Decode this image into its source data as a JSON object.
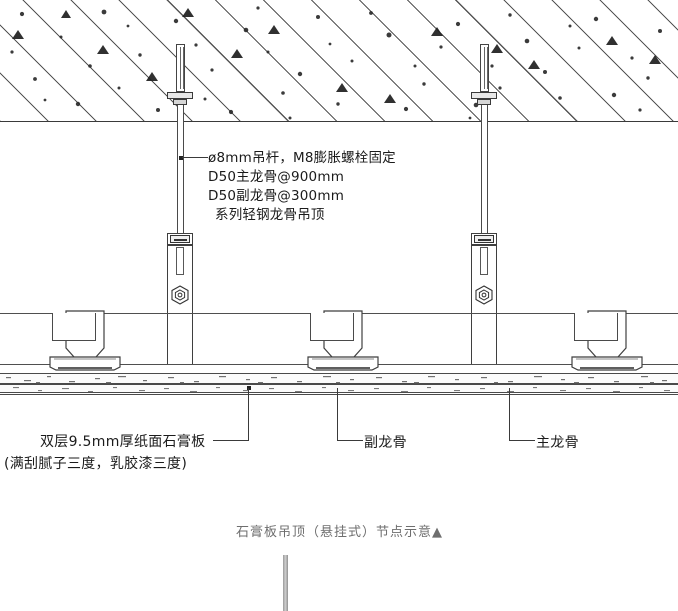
{
  "drawing": {
    "title": "石膏板吊顶（悬挂式）节点示意▲",
    "notes": {
      "line1": "ø8mm吊杆，M8膨胀螺栓固定",
      "line2": "D50主龙骨@900mm",
      "line3": "D50副龙骨@300mm",
      "line4": "系列轻钢龙骨吊顶"
    },
    "labels": {
      "gypsum_line1": "双层9.5mm厚纸面石膏板",
      "gypsum_line2": "(满刮腻子三度，乳胶漆三度)",
      "secondary_keel": "副龙骨",
      "main_keel": "主龙骨"
    },
    "parts": {
      "concrete_slab": "concrete-slab-hatch",
      "expansion_bolt": "expansion-bolt",
      "hanger_rod": "hanger-rod",
      "keel_hanger_bracket": "keel-hanger-bracket",
      "hex_nut": "hex-nut",
      "main_keel_profile": "main-keel",
      "secondary_keel_profile": "secondary-keel",
      "gypsum_board_layer_upper": "gypsum-board-upper",
      "gypsum_board_layer_lower": "gypsum-board-lower",
      "downlight_fixture": "downlight-fixture"
    },
    "colors": {
      "line": "#4a4a4a",
      "heavy_line": "#3a3a3a",
      "text": "#1b1b1b",
      "caption": "#6e6e6e",
      "board_fill": "#fbfbfb",
      "metal_fill": "#e8e8e8"
    }
  }
}
